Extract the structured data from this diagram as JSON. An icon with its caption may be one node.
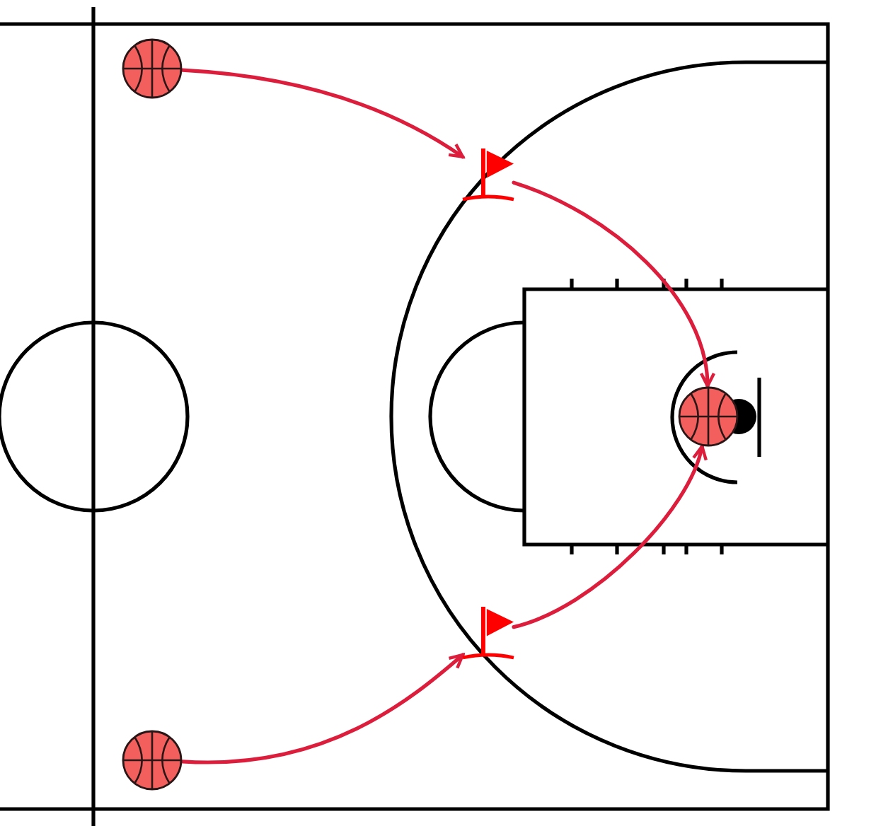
{
  "diagram": {
    "nodes": [
      {
        "text": [],
        "shape": "ball"
      },
      {
        "text": [],
        "shape": "flag"
      },
      {
        "text": [],
        "shape": "ball"
      },
      {
        "text": [],
        "shape": "flag"
      },
      {
        "text": [],
        "shape": "ball"
      }
    ],
    "edges": [
      {
        "from": 0,
        "to": 1,
        "arrow": "to"
      },
      {
        "from": 1,
        "to": 2,
        "arrow": "to"
      },
      {
        "from": 4,
        "to": 3,
        "arrow": "to"
      },
      {
        "from": 3,
        "to": 2,
        "arrow": "to"
      }
    ]
  }
}
